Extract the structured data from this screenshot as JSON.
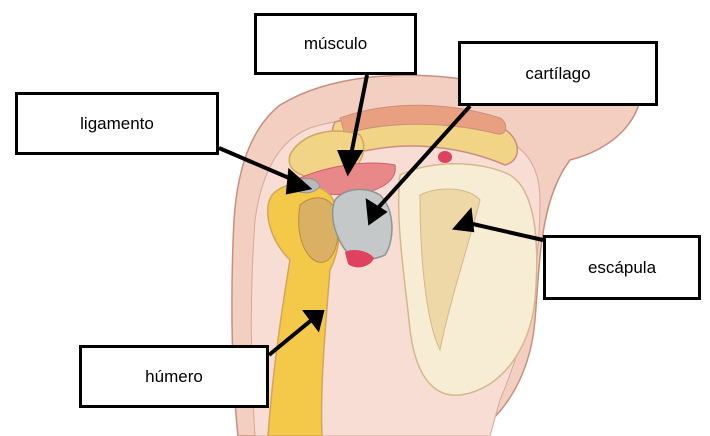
{
  "labels": {
    "musculo": "músculo",
    "cartilago": "cartílago",
    "ligamento": "ligamento",
    "escapula": "escápula",
    "humero": "húmero"
  },
  "colors": {
    "skin": "#f3cfc2",
    "skin_outline": "#c98e80",
    "bone": "#f2d486",
    "bone_dark": "#d3a65a",
    "humerus_shaft": "#f4c848",
    "scapula": "#f7ecd4",
    "muscle": "#e88888",
    "ligament_red": "#e0415f",
    "cartilage": "#c4c8c8"
  }
}
